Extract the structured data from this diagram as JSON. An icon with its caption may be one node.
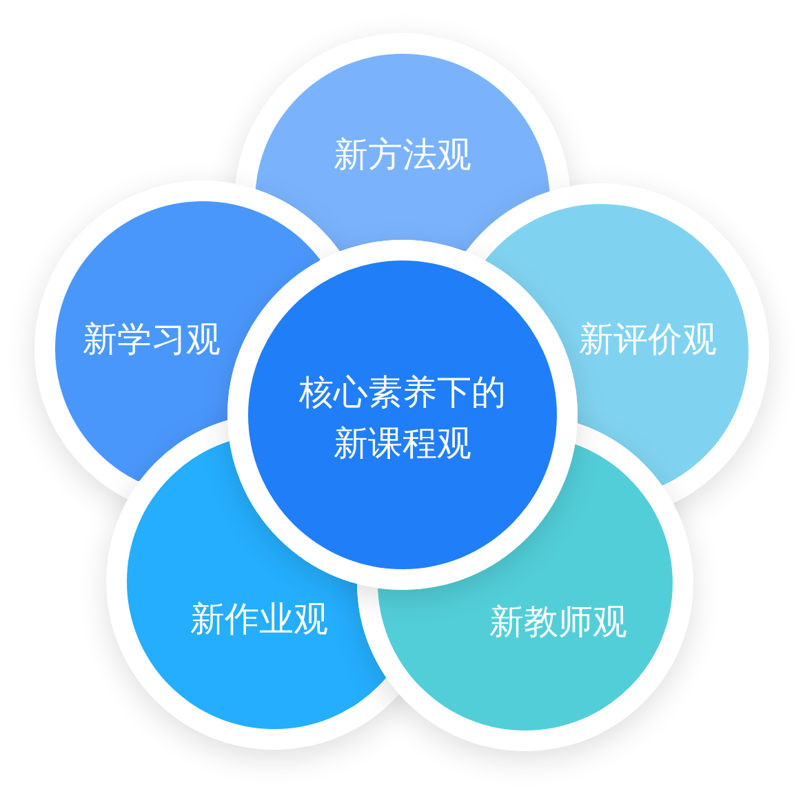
{
  "diagram": {
    "nodes": [
      {
        "text": [
          "新方法观"
        ]
      },
      {
        "text": [
          "新学习观"
        ]
      },
      {
        "text": [
          "新评价观"
        ]
      },
      {
        "text": [
          "核心素养下的新课程观"
        ]
      },
      {
        "text": [
          "新作业观"
        ]
      },
      {
        "text": [
          "新教师观"
        ]
      }
    ]
  }
}
